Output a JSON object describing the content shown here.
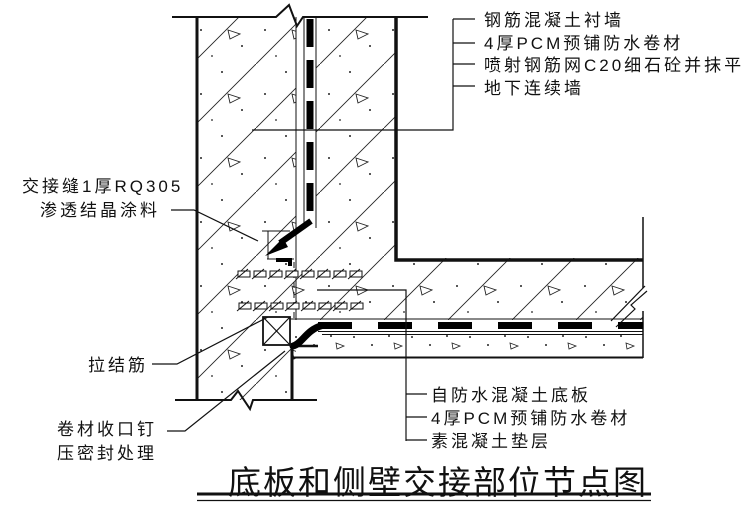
{
  "drawing": {
    "title": "底板和侧壁交接部位节点图",
    "callouts_top_right": [
      {
        "label": "钢筋混凝土衬墙"
      },
      {
        "label": "4厚PCM预铺防水卷材"
      },
      {
        "label": "喷射钢筋网C20细石砼并抹平"
      },
      {
        "label": "地下连续墙"
      }
    ],
    "callouts_left": {
      "joint_line1": "交接缝1厚RQ305",
      "joint_line2": "渗透结晶涂料",
      "tie_bar": "拉结筋",
      "seal_line1": "卷材收口钉",
      "seal_line2": "压密封处理"
    },
    "callouts_bottom_right": [
      {
        "label": "自防水混凝土底板"
      },
      {
        "label": "4厚PCM预铺防水卷材"
      },
      {
        "label": "素混凝土垫层"
      }
    ],
    "colors": {
      "ink": "#111111",
      "paper": "#ffffff",
      "membrane": "#000000"
    }
  }
}
